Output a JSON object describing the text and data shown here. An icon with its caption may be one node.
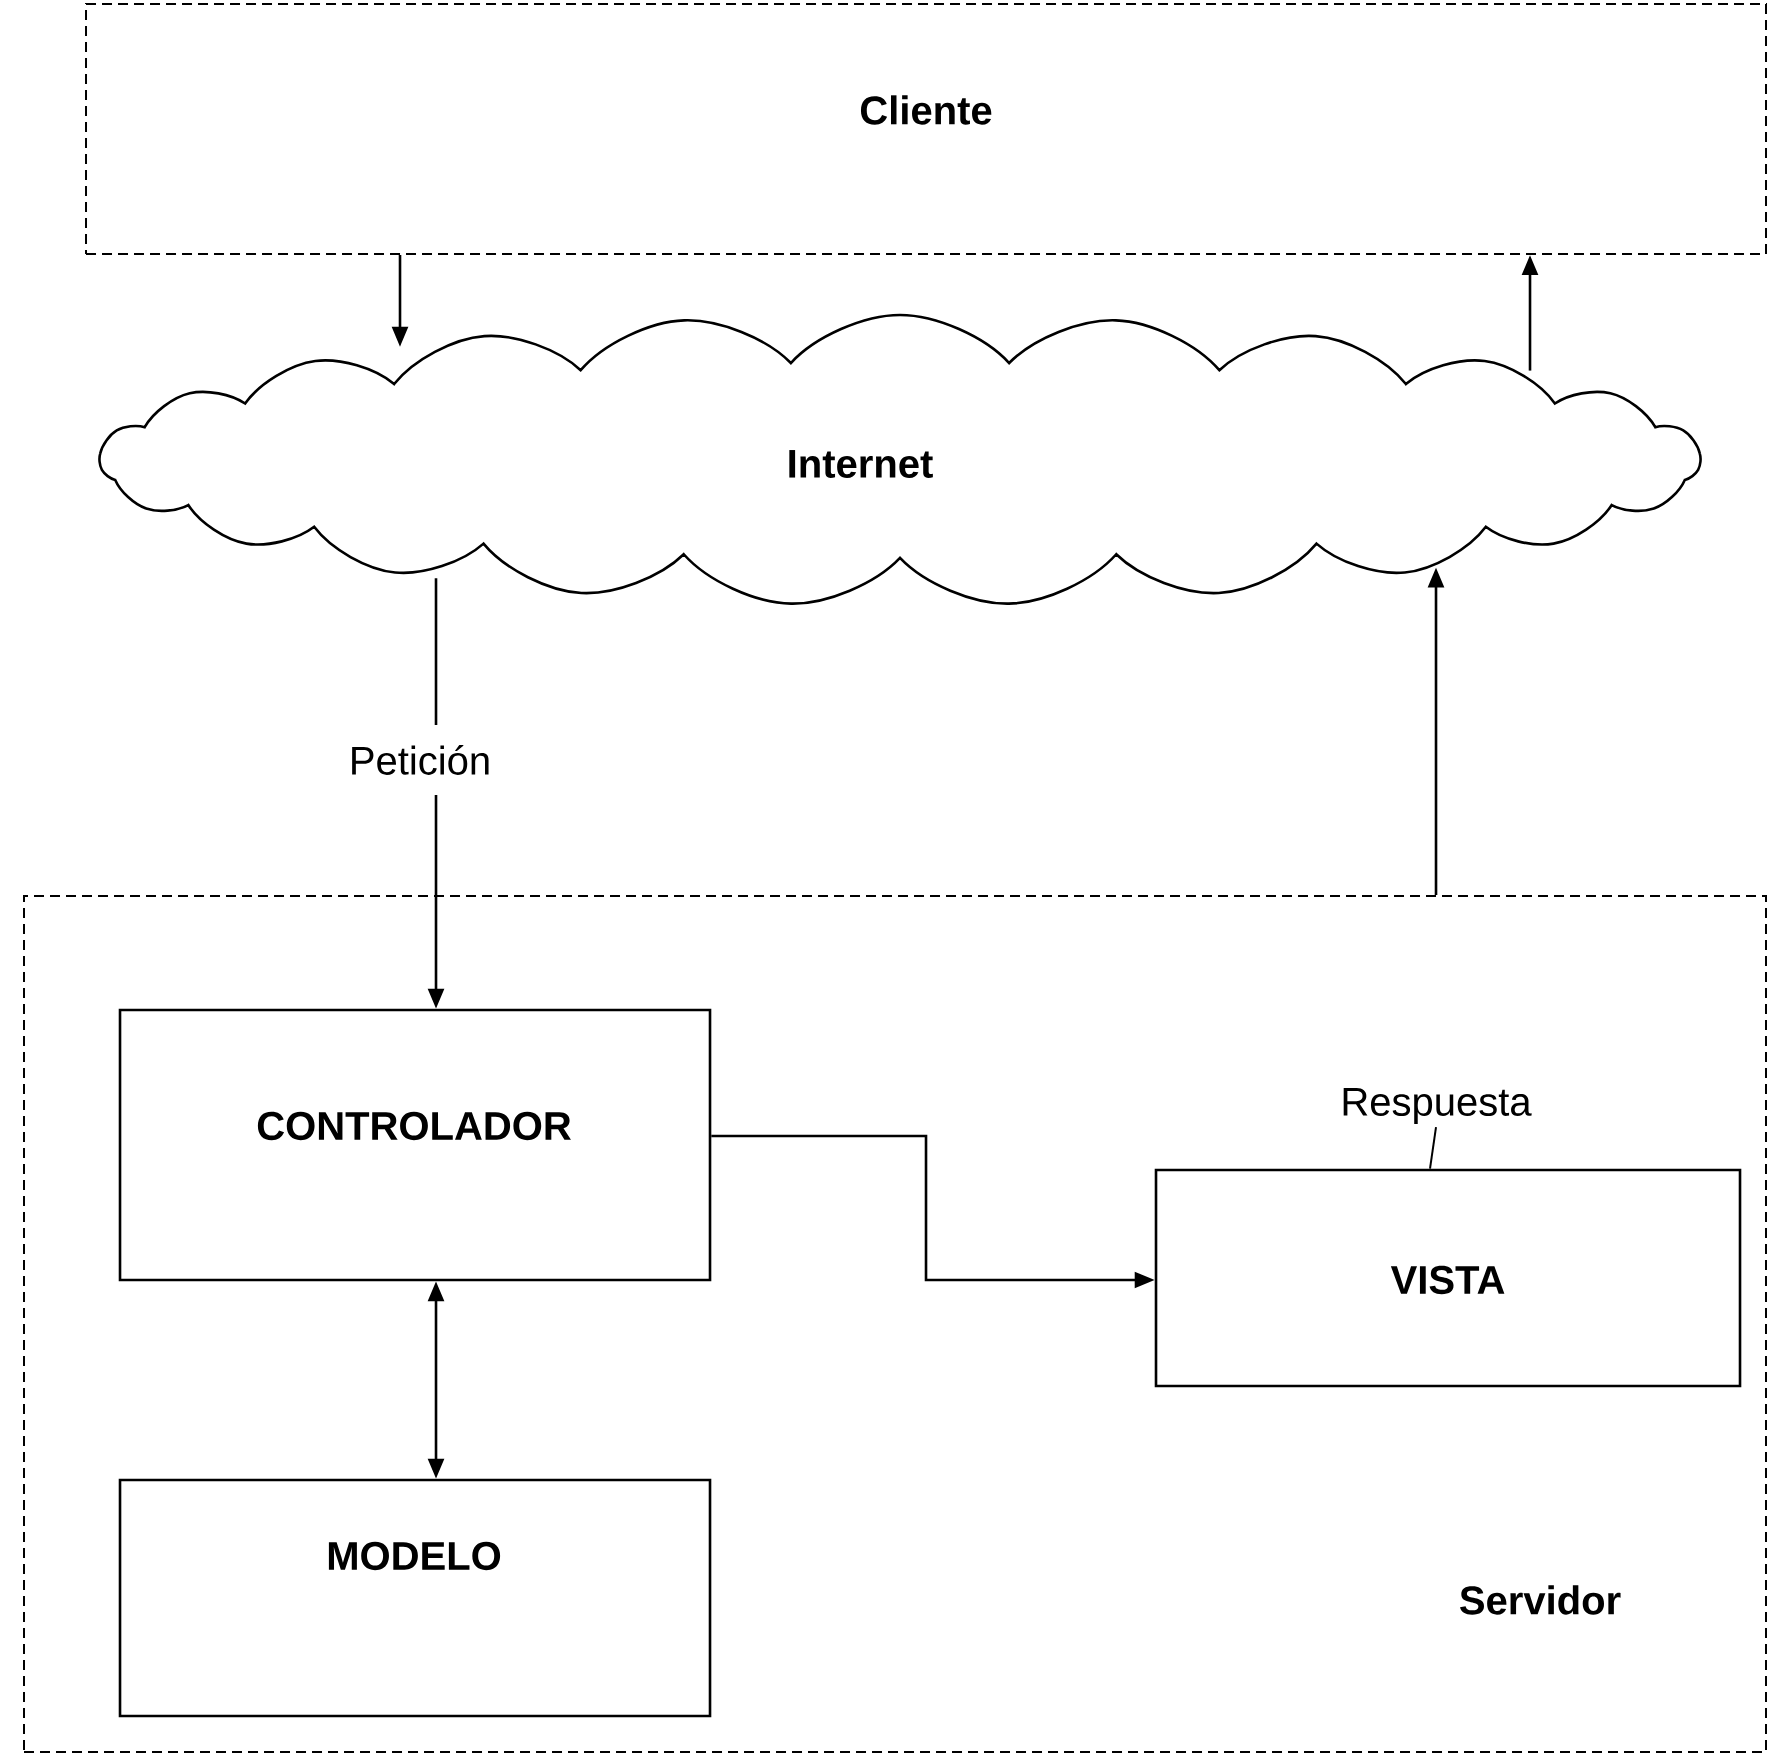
{
  "diagram": {
    "nodes": [
      {
        "text": [
          "Cliente"
        ]
      },
      {
        "text": [
          "Internet"
        ]
      },
      {
        "text": [
          "Servidor"
        ]
      },
      {
        "text": [
          "CONTROLADOR"
        ],
        "in": 2
      },
      {
        "text": [
          "VISTA"
        ],
        "in": 2
      },
      {
        "text": [
          "MODELO"
        ],
        "in": 2
      },
      {
        "text": [
          "Respuesta"
        ],
        "in": 2
      }
    ],
    "edges": [
      {
        "from": 0,
        "to": 1,
        "arrow": "to"
      },
      {
        "from": 1,
        "to": 0,
        "arrow": "to"
      },
      {
        "from": 1,
        "to": 3,
        "arrow": "to",
        "label": "Petición"
      },
      {
        "from": 2,
        "to": 1,
        "arrow": "to"
      },
      {
        "from": 3,
        "to": 4,
        "arrow": "to"
      },
      {
        "from": 3,
        "to": 5,
        "arrow": "both"
      },
      {
        "from": 6,
        "to": 4,
        "arrow": "none"
      }
    ]
  }
}
